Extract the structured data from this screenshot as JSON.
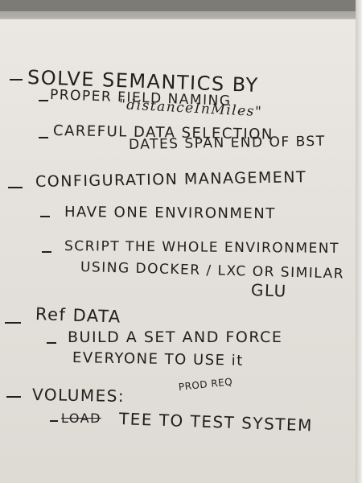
{
  "notes": {
    "line1": "SOLVE SEMANTICS BY",
    "line2": "PROPER FIELD NAMING",
    "line3": "\"distanceInMiles\"",
    "line4": "CAREFUL DATA SELECTION",
    "line5": "DATES SPAN END OF BST",
    "line6": "CONFIGURATION MANAGEMENT",
    "line7": "HAVE ONE ENVIRONMENT",
    "line8": "SCRIPT THE WHOLE ENVIRONMENT",
    "line9": "USING DOCKER / LXC OR SIMILAR",
    "line10": "GLU",
    "line11": "Ref DATA",
    "line12": "BUILD A SET AND FORCE",
    "line13": "EVERYONE TO USE it",
    "line14": "VOLUMES:",
    "line15": "PROD REQ",
    "line16": "LOAD",
    "line17": "TEE TO TEST SYSTEM"
  }
}
